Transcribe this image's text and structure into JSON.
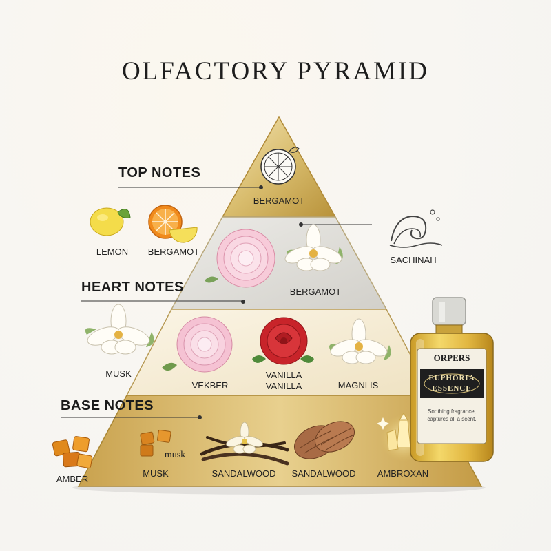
{
  "title": "OLFACTORY PYRAMID",
  "sections": {
    "top": "TOP NOTES",
    "heart": "HEART NOTES",
    "base": "BASE NOTES"
  },
  "pyramid": {
    "top_tier": [
      "BERGAMOT"
    ],
    "upper_middle_tier": [
      "BERGAMOT"
    ],
    "lower_middle_tier": [
      "VEKBER",
      "VANILLA\nVANILLA",
      "MAGNLIS"
    ],
    "base_tier": [
      "MUSK",
      "SANDALWOOD",
      "SANDALWOOD",
      "AMBROXAN"
    ],
    "base_inline_label": "musk"
  },
  "side_notes": {
    "left_top": [
      "LEMON",
      "BERGAMOT"
    ],
    "right_top": "SACHINAH",
    "left_heart": "MUSK",
    "left_base": "AMBER"
  },
  "bottle": {
    "brand": "ORPERS",
    "name_line1": "EUPHORIA",
    "name_line2": "ESSENCE",
    "small_text": "Soothing fragrance, captures all a scent."
  },
  "colors": {
    "gold": "#d6b65c",
    "gold_dark": "#b8923a",
    "silver_tier": "#dcdad5",
    "cream_tier": "#f5ecd6"
  }
}
